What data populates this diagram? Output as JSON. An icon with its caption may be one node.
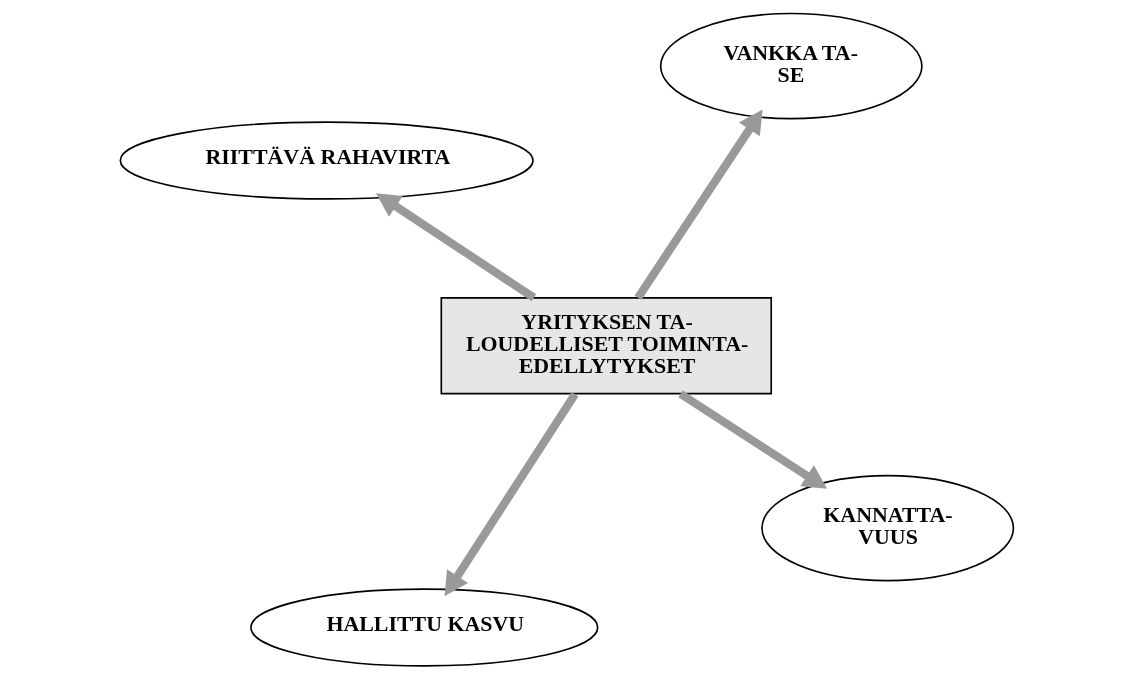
{
  "diagram": {
    "nodes": [
      {
        "text": [
          "YRITYKSEN TA- LOUDELLISET TOIMINTA- EDELLYTYKSET"
        ]
      },
      {
        "text": [
          "KANNATTA- VUUS"
        ]
      },
      {
        "text": [
          "HALLITTU KASVU"
        ]
      },
      {
        "text": [
          "RIITTÄVÄ RAHAVIRTA"
        ]
      },
      {
        "text": [
          "VANKKA TA- SE"
        ]
      }
    ],
    "edges": [
      {
        "from": 0,
        "to": 1,
        "arrow": "to"
      },
      {
        "from": 0,
        "to": 2,
        "arrow": "to"
      },
      {
        "from": 0,
        "to": 3,
        "arrow": "to"
      },
      {
        "from": 0,
        "to": 4,
        "arrow": "to"
      }
    ]
  }
}
